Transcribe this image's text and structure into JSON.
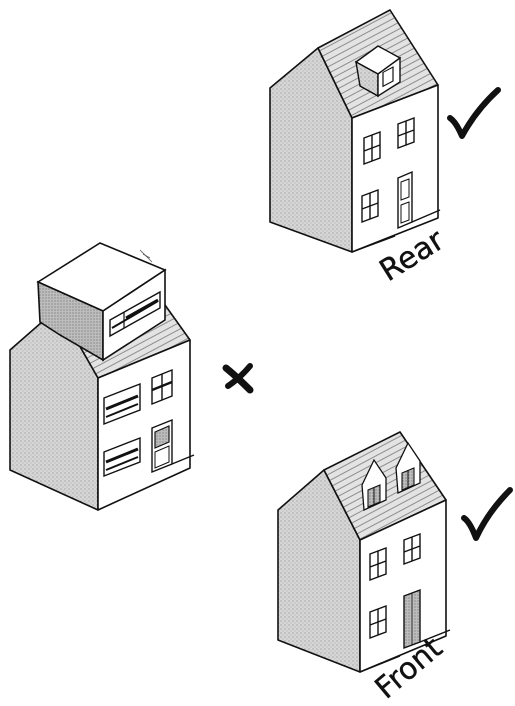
{
  "houses": [
    {
      "id": "rear",
      "label": "Rear",
      "mark": "check"
    },
    {
      "id": "middle",
      "label": "",
      "mark": "cross"
    },
    {
      "id": "front",
      "label": "Front",
      "mark": "check"
    }
  ],
  "colors": {
    "ink": "#111111",
    "shade": "#c8c8c8",
    "shade_dark": "#a9a9a9",
    "paper": "#ffffff"
  },
  "icons": {
    "approved": "checkmark-icon",
    "rejected": "cross-icon"
  }
}
